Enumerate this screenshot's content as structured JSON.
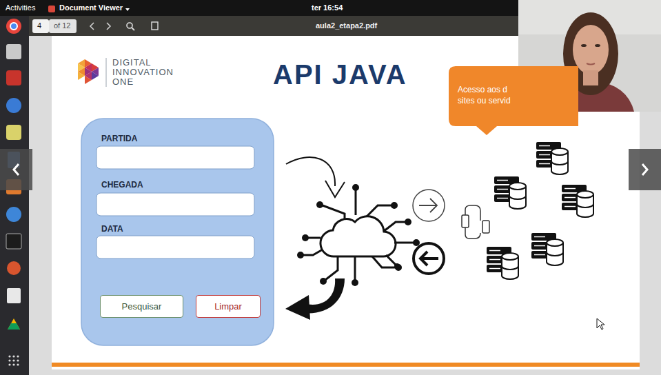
{
  "diagram": {
    "title": "API JAVA",
    "nodes": [
      {
        "text": [
          "Acesso aos d sites ou servid"
        ]
      },
      {
        "text": [
          "PARTIDA",
          "CHEGADA",
          "DATA"
        ]
      },
      {
        "text": [
          "Pesquisar"
        ],
        "in": 1
      },
      {
        "text": [
          "Limpar"
        ],
        "in": 1
      }
    ],
    "labels": [
      "Activities",
      "Document Viewer",
      "ter 16:54",
      "4",
      "of 12",
      "aula2_etapa2.pdf",
      "DIGITAL INNOVATION ONE"
    ]
  }
}
